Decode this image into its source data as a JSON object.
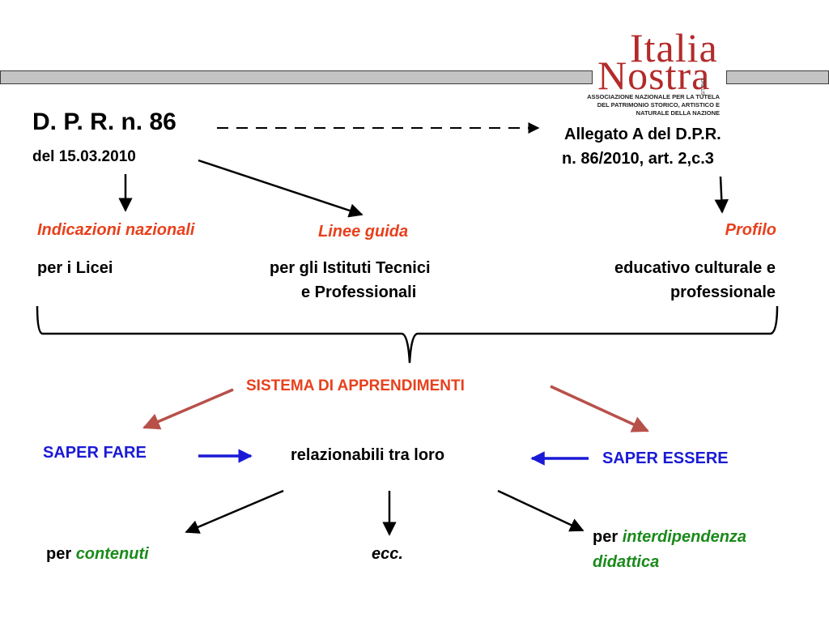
{
  "logo": {
    "line1": "Italia",
    "line2": "Nostra",
    "side_text": "ONLUS",
    "sub1": "ASSOCIAZIONE NAZIONALE PER LA TUTELA",
    "sub2": "DEL PATRIMONIO STORICO, ARTISTICO E",
    "sub3": "NATURALE DELLA NAZIONE"
  },
  "header": {
    "title": "D. P. R. n. 86",
    "date": "del 15.03.2010",
    "allegato_line1": "Allegato A del D.P.R.",
    "allegato_line2": "n. 86/2010, art. 2,c.3"
  },
  "columns": {
    "left_heading": "Indicazioni nazionali",
    "left_text": "per i Licei",
    "center_heading": "Linee guida",
    "center_text_line1": "per gli Istituti  Tecnici",
    "center_text_line2": "e Professionali",
    "right_heading": "Profilo",
    "right_text_line1": "educativo culturale e",
    "right_text_line2": "professionale"
  },
  "system": {
    "title": "SISTEMA DI APPRENDIMENTI",
    "saper_fare": "SAPER FARE",
    "relation": "relazionabili tra loro",
    "saper_essere": "SAPER ESSERE"
  },
  "bottom": {
    "left_prefix": "per ",
    "left_emph": "contenuti",
    "center": "ecc.",
    "right_prefix": "per ",
    "right_emph_line1": "interdipendenza",
    "right_emph_line2": "didattica"
  },
  "colors": {
    "heading_red": "#e8401c",
    "blue": "#1a1ad6",
    "green": "#1a8a1a",
    "brown_arrow": "#b8504a",
    "logo_red": "#b32b2b"
  }
}
